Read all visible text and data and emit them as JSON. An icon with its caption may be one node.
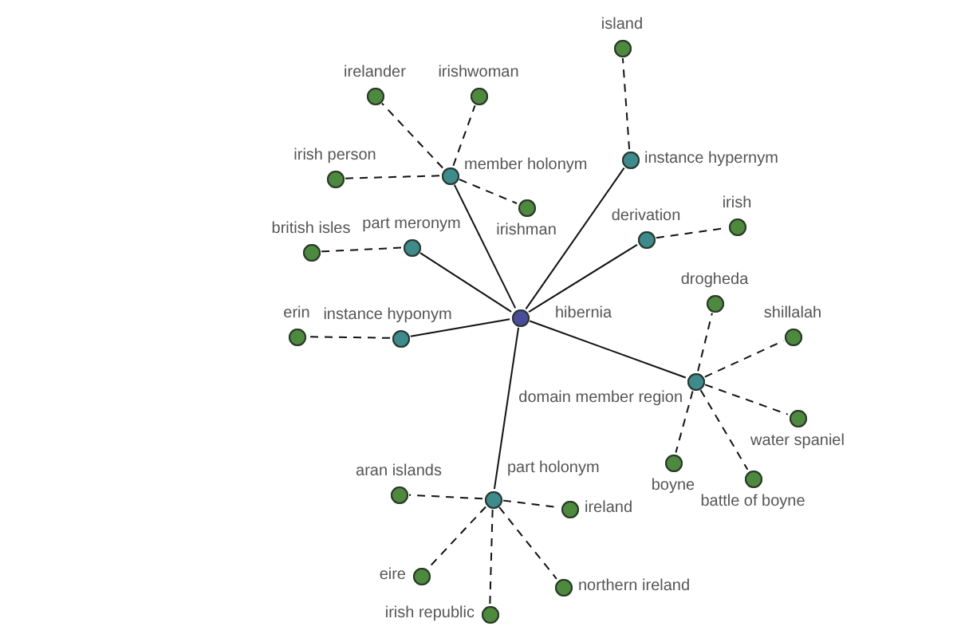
{
  "diagram": {
    "nodes": [
      {
        "text": [
          "island"
        ]
      },
      {
        "text": [
          "irelander"
        ]
      },
      {
        "text": [
          "irishwoman"
        ]
      },
      {
        "text": [
          "british isles"
        ]
      },
      {
        "text": [
          "irish"
        ]
      },
      {
        "text": [
          "member holonym"
        ]
      },
      {
        "text": [
          "instance hypernym"
        ]
      },
      {
        "text": [
          "irish person"
        ]
      },
      {
        "text": [
          "irishman"
        ]
      },
      {
        "text": [
          "derivation"
        ]
      },
      {
        "text": [
          "part meronym"
        ]
      },
      {
        "text": [
          "drogheda"
        ]
      },
      {
        "text": [
          "hibernia"
        ]
      },
      {
        "text": [
          "erin"
        ]
      },
      {
        "text": [
          "instance hyponym"
        ]
      },
      {
        "text": [
          "shillalah"
        ]
      },
      {
        "text": [
          "domain member region"
        ]
      },
      {
        "text": [
          "water spaniel"
        ]
      },
      {
        "text": [
          "boyne"
        ]
      },
      {
        "text": [
          "battle of boyne"
        ]
      },
      {
        "text": [
          "aran islands"
        ]
      },
      {
        "text": [
          "part holonym"
        ]
      },
      {
        "text": [
          "ireland"
        ]
      },
      {
        "text": [
          "eire"
        ]
      },
      {
        "text": [
          "northern ireland"
        ]
      },
      {
        "text": [
          "irish republic"
        ]
      }
    ],
    "edges": [
      {
        "from": 12,
        "to": 5,
        "arrow": "none"
      },
      {
        "from": 12,
        "to": 6,
        "arrow": "none"
      },
      {
        "from": 12,
        "to": 10,
        "arrow": "none"
      },
      {
        "from": 12,
        "to": 9,
        "arrow": "none"
      },
      {
        "from": 12,
        "to": 14,
        "arrow": "none"
      },
      {
        "from": 12,
        "to": 16,
        "arrow": "none"
      },
      {
        "from": 12,
        "to": 21,
        "arrow": "none"
      },
      {
        "from": 5,
        "to": 1,
        "arrow": "none",
        "style": "dashed"
      },
      {
        "from": 5,
        "to": 7,
        "arrow": "none",
        "style": "dashed"
      },
      {
        "from": 5,
        "to": 8,
        "arrow": "none",
        "style": "dashed"
      },
      {
        "from": 5,
        "to": 2,
        "arrow": "none",
        "style": "dashed"
      },
      {
        "from": 6,
        "to": 0,
        "arrow": "none",
        "style": "dashed"
      },
      {
        "from": 10,
        "to": 3,
        "arrow": "none",
        "style": "dashed"
      },
      {
        "from": 9,
        "to": 4,
        "arrow": "none",
        "style": "dashed"
      },
      {
        "from": 14,
        "to": 13,
        "arrow": "none",
        "style": "dashed"
      },
      {
        "from": 16,
        "to": 11,
        "arrow": "none",
        "style": "dashed"
      },
      {
        "from": 16,
        "to": 15,
        "arrow": "none",
        "style": "dashed"
      },
      {
        "from": 16,
        "to": 17,
        "arrow": "none",
        "style": "dashed"
      },
      {
        "from": 16,
        "to": 18,
        "arrow": "none",
        "style": "dashed"
      },
      {
        "from": 16,
        "to": 19,
        "arrow": "none",
        "style": "dashed"
      },
      {
        "from": 21,
        "to": 20,
        "arrow": "none",
        "style": "dashed"
      },
      {
        "from": 21,
        "to": 22,
        "arrow": "none",
        "style": "dashed"
      },
      {
        "from": 21,
        "to": 23,
        "arrow": "none",
        "style": "dashed"
      },
      {
        "from": 21,
        "to": 24,
        "arrow": "none",
        "style": "dashed"
      },
      {
        "from": 21,
        "to": 25,
        "arrow": "none",
        "style": "dashed"
      }
    ]
  }
}
